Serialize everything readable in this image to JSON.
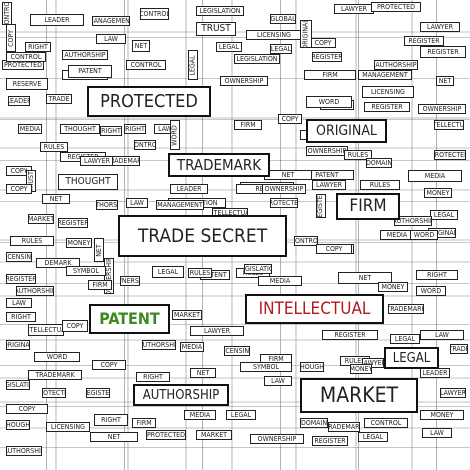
{
  "colors": {
    "patent": "#3a8a1f",
    "intellectual": "#b3181d",
    "text": "#222222",
    "background": "#ffffff"
  },
  "cloud": {
    "featured": {
      "trade_secret": "TRADE SECRET",
      "protected": "PROTECTED",
      "patent": "PATENT",
      "intellectual": "INTELLECTUAL",
      "market": "MARKET",
      "trademark": "TRADEMARK",
      "original": "ORIGINAL",
      "firm": "FIRM",
      "authorship": "AUTHORSHIP",
      "legal": "LEGAL"
    },
    "words": [
      "COPY",
      "LAW",
      "INTELLECTUAL",
      "CONTROL",
      "LEGISLATION",
      "GLOBAL",
      "LAWYER",
      "PROTECTED",
      "RIGHT",
      "TRUST",
      "LAW",
      "LEGAL",
      "REGISTER",
      "AUTHORSHIP",
      "NET",
      "COPY",
      "LICENSING",
      "LAWYER",
      "PROTECTED",
      "MARKET",
      "COPY",
      "CONTROL",
      "OWNERSHIP",
      "ORIGINAL",
      "AUTHORSHIP",
      "REGISTER",
      "LEGAL",
      "OWNERSHIP",
      "FIRM",
      "NET",
      "RESERVE",
      "PATENT",
      "LEGAL",
      "REGISTER",
      "MANAGEMENT",
      "TRADE",
      "LICENSING",
      "LEADER",
      "NET",
      "RIGHT",
      "WORD",
      "CONTROL",
      "REGISTER",
      "LEGISLATION",
      "FIRM",
      "COPY",
      "MEDIA",
      "THOUGHT",
      "RIGHT",
      "RULES",
      "LAW",
      "WORD",
      "CONTROL",
      "INTELLECTUAL",
      "PROTECTED",
      "FIRM",
      "OWNERSHIP",
      "PATENT",
      "REGISTER",
      "RULES",
      "DOMAIN",
      "LAWYER",
      "TRADEMARK",
      "NET",
      "MEDIA",
      "THOUGHT",
      "LEADER",
      "MARKET",
      "REGISTER",
      "LEGISLATION",
      "INTELLECTUAL",
      "PROTECTED",
      "OWNERSHIP",
      "COPY",
      "TRUST",
      "NET",
      "AUTHORSHIP",
      "LAW",
      "MANAGEMENT",
      "LAWYER",
      "RULES",
      "REGISTER",
      "MONEY",
      "LEGAL",
      "COPY",
      "MARKET",
      "REGISTER",
      "AUTHORSHIP",
      "DOMAIN",
      "RULES",
      "MONEY",
      "NET",
      "LICENSING",
      "ORIGINAL",
      "DEMARK",
      "OWNERSHIP",
      "LAWYER",
      "MEDIA",
      "WORD",
      "CONTROL",
      "COPY",
      "RULES",
      "PATENT",
      "LEGISLATION",
      "NET",
      "REGISTER",
      "AUTHORSHIP",
      "SYMBOL",
      "RIGHT",
      "LAW",
      "FIRM",
      "OWNERSHIP",
      "LEGAL",
      "RULES",
      "MEDIA",
      "MONEY",
      "WORD",
      "LEGISLATION",
      "TRADEMARK",
      "RIGHT",
      "INTELLECTUAL",
      "COPY",
      "LAWYER",
      "MARKET",
      "REGISTER",
      "LEGAL",
      "LAW",
      "ORIGINAL",
      "TRADEMARK",
      "AUTHORSHIP",
      "MEDIA",
      "LICENSING",
      "FIRM",
      "RULES",
      "LAWYER",
      "TRADE",
      "WORD",
      "COPY",
      "RIGHT",
      "NET",
      "LAW",
      "LEGISLATION",
      "PROTECTED",
      "REGISTER",
      "SYMBOL",
      "THOUGHT",
      "MONEY",
      "LEADER",
      "LAWYER",
      "COPY",
      "RIGHT",
      "FIRM",
      "MEDIA",
      "LEGAL",
      "DOMAIN",
      "TRADEMARK",
      "CONTROL",
      "MONEY",
      "THOUGHT",
      "LICENSING",
      "NET",
      "PROTECTED",
      "MARKET",
      "OWNERSHIP",
      "REGISTER",
      "LEGAL",
      "LAW",
      "AUTHORSHIP",
      "CONTROL",
      "LEADER",
      "MANAGEMENT"
    ]
  }
}
